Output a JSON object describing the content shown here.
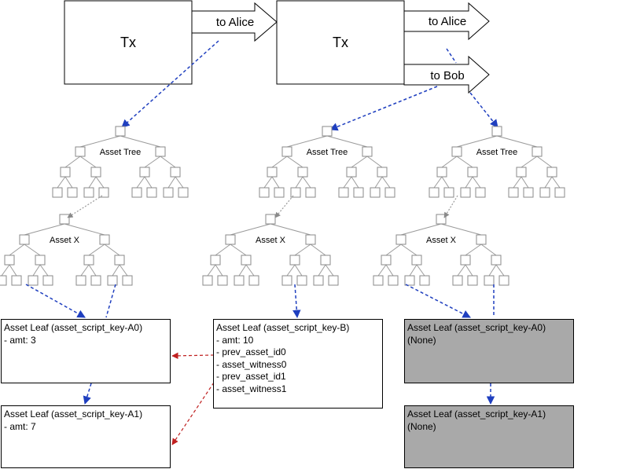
{
  "tx_boxes": [
    {
      "id": "tx1",
      "label": "Tx"
    },
    {
      "id": "tx2",
      "label": "Tx"
    }
  ],
  "outputs": [
    {
      "id": "out1",
      "label": "to Alice"
    },
    {
      "id": "out2",
      "label": "to Alice"
    },
    {
      "id": "out3",
      "label": "to Bob"
    }
  ],
  "trees": [
    {
      "id": "tree1",
      "label": "Asset Tree"
    },
    {
      "id": "tree2",
      "label": "Asset Tree"
    },
    {
      "id": "tree3",
      "label": "Asset Tree"
    },
    {
      "id": "sub1",
      "label": "Asset X"
    },
    {
      "id": "sub2",
      "label": "Asset X"
    },
    {
      "id": "sub3",
      "label": "Asset X"
    }
  ],
  "leaves": {
    "a0": {
      "title": "Asset Leaf (asset_script_key-A0)",
      "lines": [
        "- amt: 3"
      ]
    },
    "a1": {
      "title": "Asset Leaf (asset_script_key-A1)",
      "lines": [
        "- amt: 7"
      ]
    },
    "b": {
      "title": "Asset Leaf (asset_script_key-B)",
      "lines": [
        "- amt: 10",
        "- prev_asset_id0",
        "- asset_witness0",
        "- prev_asset_id1",
        "- asset_witness1"
      ]
    },
    "na0": {
      "title": "Asset Leaf (asset_script_key-A0)",
      "lines": [
        "(None)"
      ]
    },
    "na1": {
      "title": "Asset Leaf (asset_script_key-A1)",
      "lines": [
        "(None)"
      ]
    }
  },
  "colors": {
    "link_blue": "#1f3fbf",
    "link_red": "#c02020",
    "link_gray": "#9a9a9a",
    "empty_leaf_fill": "#a9a9a9"
  }
}
